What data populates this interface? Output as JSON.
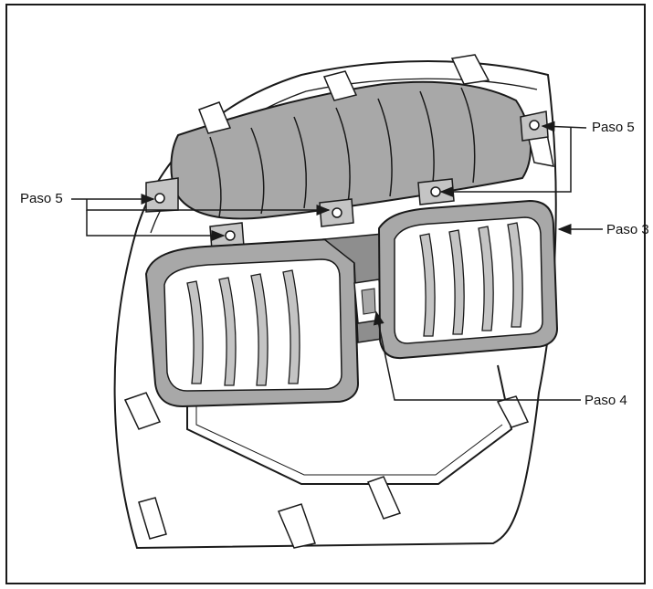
{
  "colors": {
    "part_fill": "#a8a8a8",
    "part_fill_light": "#c4c4c4",
    "outline": "#1a1a1a",
    "background": "#ffffff"
  },
  "callouts": {
    "paso5_right": "Paso 5",
    "paso5_left": "Paso 5",
    "paso3": "Paso 3",
    "paso4": "Paso 4"
  }
}
